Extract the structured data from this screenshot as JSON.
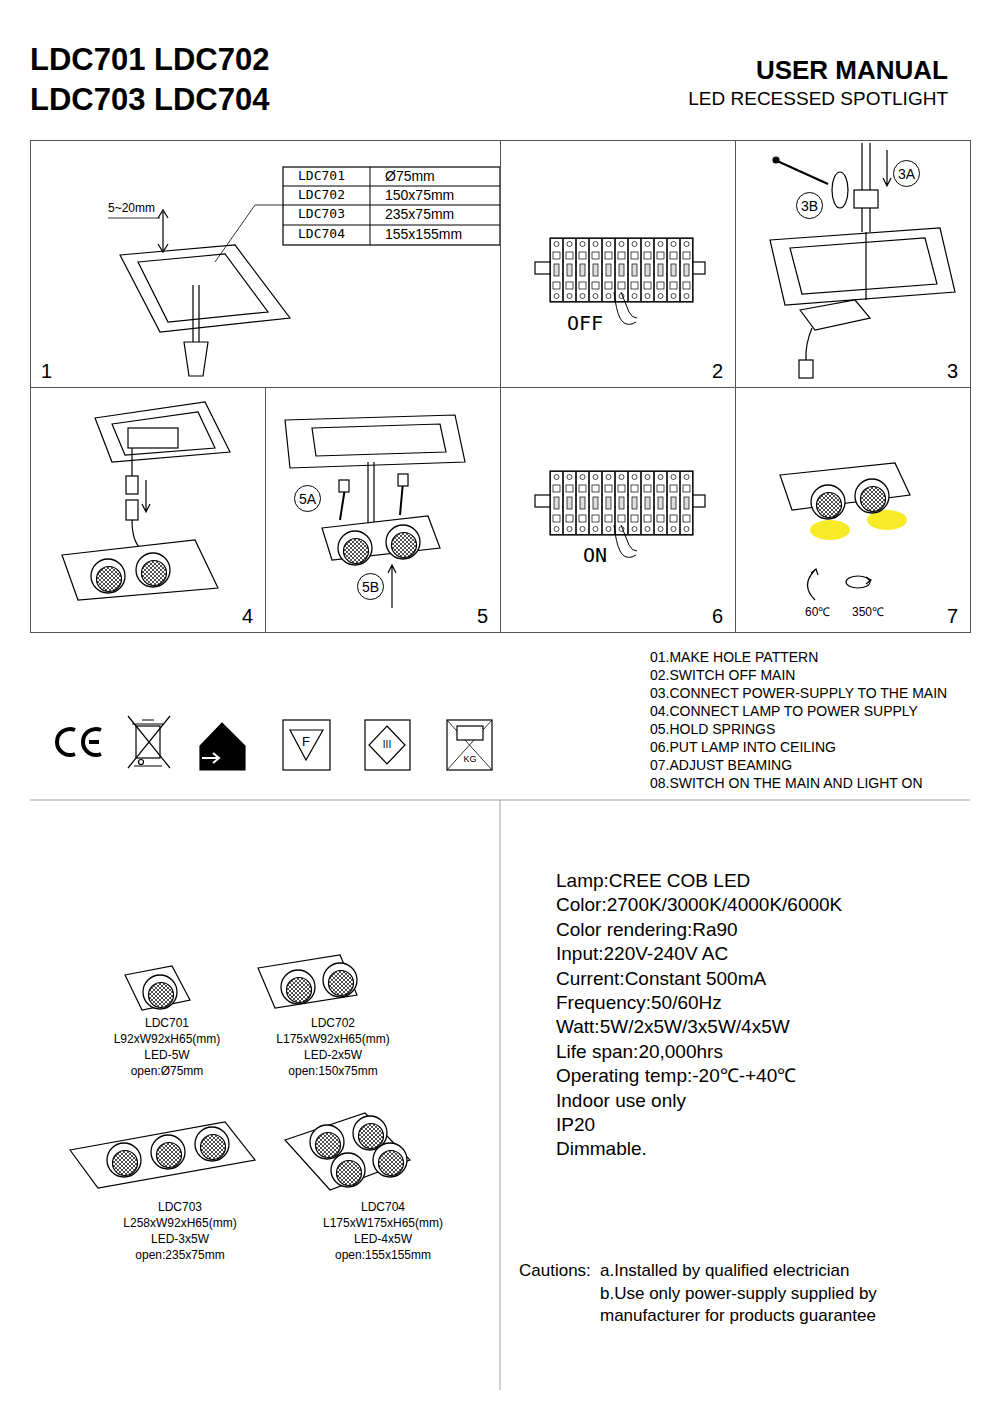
{
  "diagram": {
    "title": "LDC701 LDC702 LDC703 LDC704",
    "nodes": [
      {
        "text": [
          "1"
        ]
      },
      {
        "text": [
          "2"
        ]
      },
      {
        "text": [
          "3"
        ]
      },
      {
        "text": [
          "3A"
        ],
        "in": 2
      },
      {
        "text": [
          "3B"
        ],
        "in": 2
      },
      {
        "text": [
          "4"
        ]
      },
      {
        "text": [
          "5"
        ]
      },
      {
        "text": [
          "5A"
        ],
        "in": 6
      },
      {
        "text": [
          "5B"
        ],
        "in": 6
      },
      {
        "text": [
          "6"
        ]
      },
      {
        "text": [
          "7"
        ]
      }
    ],
    "labels": [
      "USER MANUAL",
      "LED RECESSED SPOTLIGHT",
      "LDC701",
      "Ø75mm",
      "LDC702",
      "150x75mm",
      "LDC703",
      "235x75mm",
      "LDC704",
      "155x155mm",
      "5~20mm",
      "OFF",
      "ON",
      "60℃",
      "350℃",
      "F",
      "III",
      "KG",
      "01.MAKE HOLE PATTERN",
      "02.SWITCH OFF MAIN",
      "03.CONNECT POWER-SUPPLY TO THE MAIN",
      "04.CONNECT LAMP TO POWER SUPPLY",
      "05.HOLD SPRINGS",
      "06.PUT LAMP INTO CEILING",
      "07.ADJUST BEAMING",
      "08.SWITCH ON THE MAIN AND LIGHT ON",
      "LDC701",
      "L92xW92xH65(mm)",
      "LED-5W",
      "open:Ø75mm",
      "LDC702",
      "L175xW92xH65(mm)",
      "LED-2x5W",
      "open:150x75mm",
      "LDC703",
      "L258xW92xH65(mm)",
      "LED-3x5W",
      "open:235x75mm",
      "LDC704",
      "L175xW175xH65(mm)",
      "LED-4x5W",
      "open:155x155mm",
      "Lamp:CREE COB LED",
      "Color:2700K/3000K/4000K/6000K",
      "Color rendering:Ra90",
      "Input:220V-240V AC",
      "Current:Constant 500mA",
      "Frequency:50/60Hz",
      "Watt:5W/2x5W/3x5W/4x5W",
      "Life span:20,000hrs",
      "Operating temp:-20℃-+40℃",
      "Indoor use only",
      "IP20",
      "Dimmable.",
      "Cautions:",
      "a.Installed by qualified electrician",
      "b.Use only power-supply supplied by manufacturer for products guarantee"
    ]
  }
}
